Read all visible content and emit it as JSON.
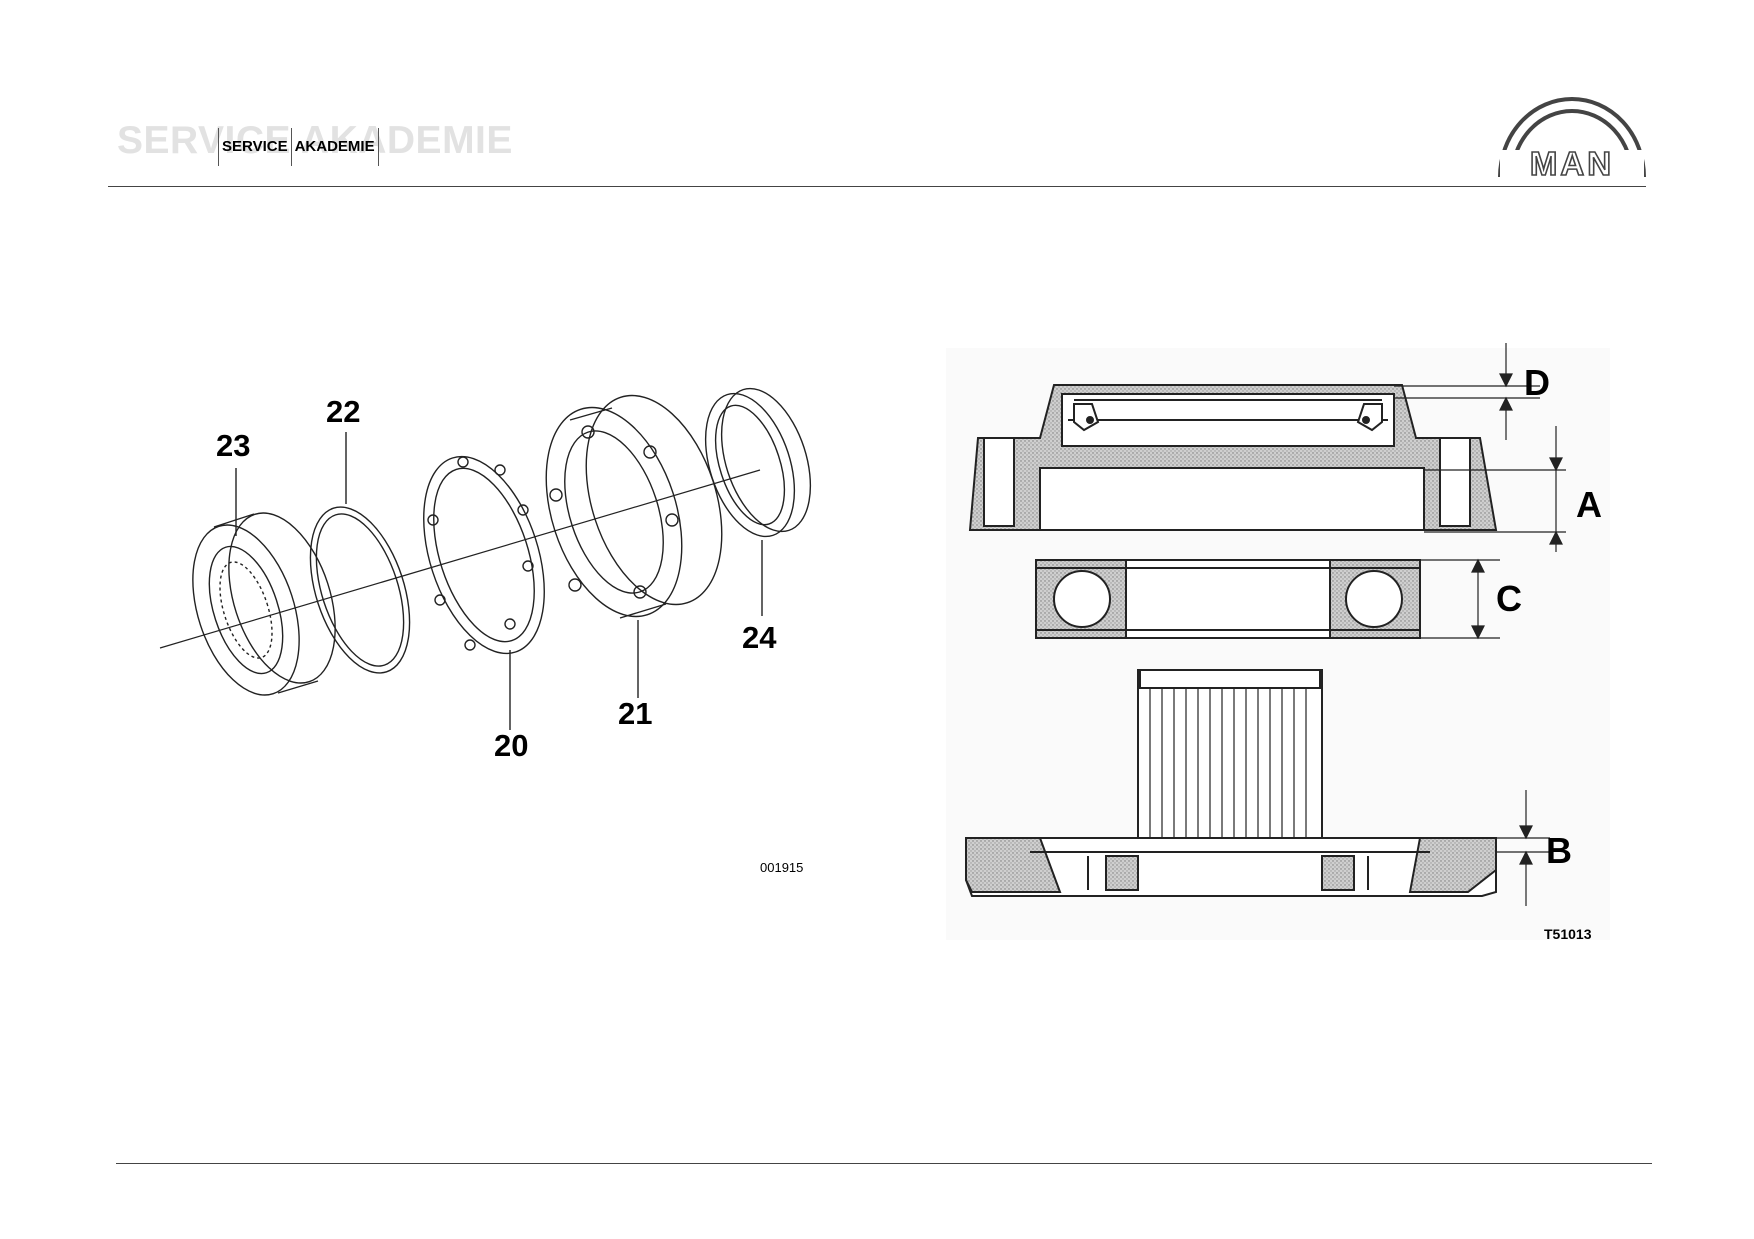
{
  "header": {
    "watermark": "SERVICE AKADEMIE",
    "label_left": "SERVICE",
    "label_right": "AKADEMIE",
    "logo": "MAN"
  },
  "left_diagram": {
    "callouts": [
      "23",
      "22",
      "20",
      "21",
      "24"
    ],
    "drawing_number": "001915"
  },
  "right_diagram": {
    "dimension_labels": {
      "D": "D",
      "A": "A",
      "C": "C",
      "B": "B"
    },
    "drawing_number": "T51013"
  }
}
